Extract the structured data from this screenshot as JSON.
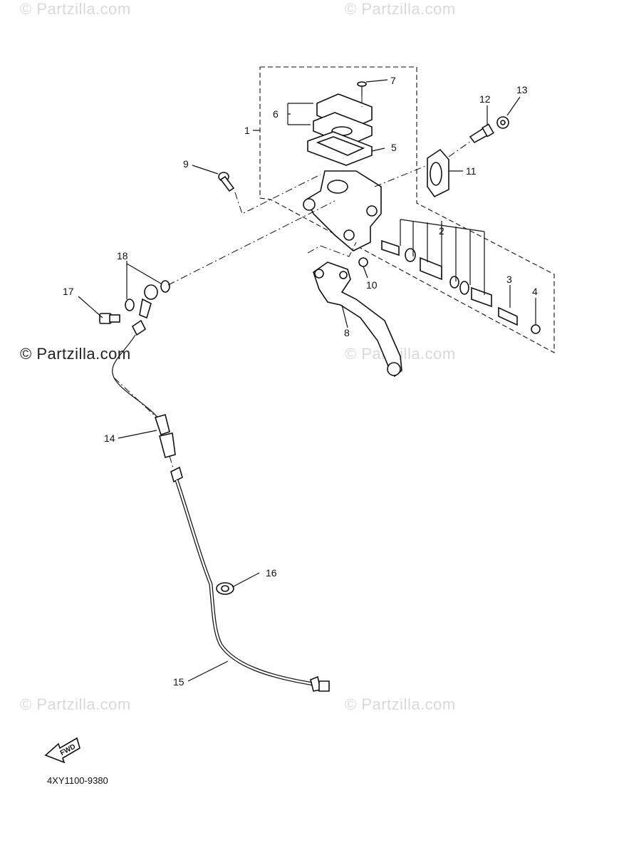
{
  "watermarks": {
    "top_left": "© Partzilla.com",
    "top_right": "© Partzilla.com",
    "mid_left": "© Partzilla.com",
    "mid_right": "© Partzilla.com",
    "bottom_left": "© Partzilla.com",
    "bottom_right": "© Partzilla.com"
  },
  "callouts": [
    "1",
    "2",
    "3",
    "4",
    "5",
    "6",
    "7",
    "8",
    "9",
    "10",
    "11",
    "12",
    "13",
    "14",
    "15",
    "16",
    "17",
    "18"
  ],
  "fwd_label": "FWD",
  "diagram_code": "4XY1100-9380"
}
